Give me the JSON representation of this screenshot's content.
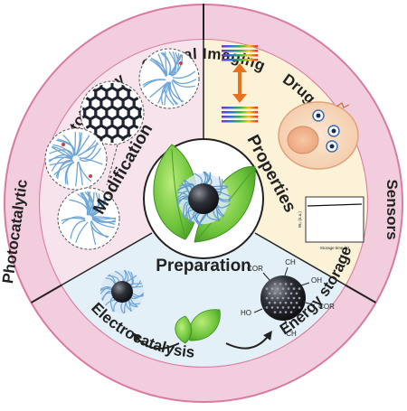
{
  "ring": {
    "labels": {
      "optical_imaging": "Optical Imaging",
      "drug_delivery": "Drug delivery",
      "sensors": "Sensors",
      "energy_storage": "Energy storage",
      "electrocatalysis": "Electrocatalysis",
      "photocatalytic": "Photocatalytic",
      "phototherapy": "Phototherapy"
    }
  },
  "sectors": {
    "modification": {
      "title": "Modification"
    },
    "properties": {
      "title": "Properties"
    },
    "preparation": {
      "title": "Preparation",
      "groups": {
        "cor_top": "COR",
        "ch_top": "CH",
        "oh": "OH",
        "cor_right": "COR",
        "ho": "HO",
        "ch_bottom": "CH"
      }
    }
  },
  "stability_chart": {
    "y_label": "W₀ (n.a.)",
    "x_label": "Storage time (h)"
  },
  "colors": {
    "ring_fill": "#f2cddd",
    "ring_stroke": "#d97aa0",
    "modification_bg": "#f6e3ec",
    "properties_bg": "#fbf2d8",
    "preparation_bg": "#e3f0f7",
    "divider": "#222222",
    "arrow_orange": "#e8731f",
    "leaf_green": "#6cc23a"
  }
}
